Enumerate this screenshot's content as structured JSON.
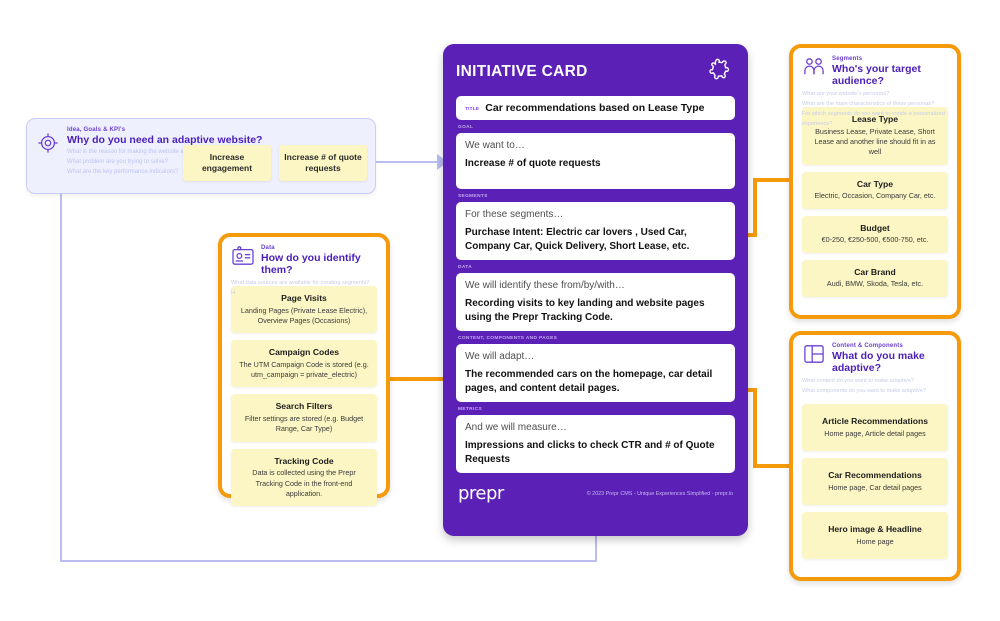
{
  "idea_card": {
    "icon": "target-icon",
    "kicker": "Idea, Goals & KPI's",
    "title": "Why do you need an adaptive website?",
    "sub1": "What is the reason for making the website adaptive?",
    "sub2": "What problem are you trying to solve?",
    "sub3": "What are the key performance indicators?",
    "chips": [
      {
        "label": "Increase engagement"
      },
      {
        "label": "Increase # of quote requests"
      }
    ]
  },
  "data_card": {
    "icon": "id-card-icon",
    "kicker": "Data",
    "title": "How do you identify them?",
    "sub1": "What data sources are available for creating segments?",
    "sub2": "H",
    "items": [
      {
        "title": "Page Visits",
        "desc": "Landing Pages (Private Lease Electric), Overview Pages (Occasions)"
      },
      {
        "title": "Campaign Codes",
        "desc": "The UTM Campaign Code is stored (e.g. utm_campaign = private_electric)"
      },
      {
        "title": "Search Filters",
        "desc": "Filter settings are stored (e.g. Budget Range, Car Type)"
      },
      {
        "title": "Tracking Code",
        "desc": "Data is collected using the Prepr Tracking Code in the front-end application."
      }
    ]
  },
  "segments_card": {
    "icon": "people-icon",
    "kicker": "Segments",
    "title": "Who's your target audience?",
    "sub1": "What are your website's personas?",
    "sub2": "What are the main characteristics of these personas?",
    "sub3": "For which segments do you want to create a personalized experience?",
    "items": [
      {
        "title": "Lease Type",
        "desc": "Business Lease, Private Lease, Short Lease and another line should fit in as well"
      },
      {
        "title": "Car Type",
        "desc": "Electric, Occasion, Company Car, etc."
      },
      {
        "title": "Budget",
        "desc": "€0-250, €250-500, €500-750, etc."
      },
      {
        "title": "Car Brand",
        "desc": "Audi, BMW, Skoda, Tesla, etc."
      }
    ]
  },
  "content_card": {
    "icon": "layout-icon",
    "kicker": "Content & Components",
    "title": "What do you make adaptive?",
    "sub1": "What content do you want to make adaptive?",
    "sub2": "What components do you want to make adaptive?",
    "items": [
      {
        "title": "Article Recommendations",
        "desc": "Home page, Article detail pages"
      },
      {
        "title": "Car Recommendations",
        "desc": "Home page, Car detail pages"
      },
      {
        "title": "Hero image & Headline",
        "desc": "Home page"
      }
    ]
  },
  "initiative": {
    "heading": "INITIATIVE CARD",
    "icon": "puzzle-icon",
    "title_label": "TITLE",
    "title_value": "Car recommendations based on Lease Type",
    "sections": [
      {
        "label": "GOAL",
        "lead": "We want to…",
        "value": "Increase # of quote requests"
      },
      {
        "label": "SEGMENTS",
        "lead": "For these segments…",
        "value": "Purchase Intent: Electric car lovers , Used Car, Company Car, Quick Delivery, Short Lease, etc."
      },
      {
        "label": "DATA",
        "lead": "We will identify these from/by/with…",
        "value": "Recording visits to key landing and website pages using the Prepr Tracking Code."
      },
      {
        "label": "CONTENT, COMPONENTS AND PAGES",
        "lead": "We will adapt…",
        "value": "The recommended cars on the homepage, car detail pages, and content detail pages."
      },
      {
        "label": "METRICS",
        "lead": "And we will measure…",
        "value": "Impressions and clicks to check CTR and # of Quote Requests"
      }
    ],
    "brand": "prepr",
    "copyright": "© 2023 Prepr CMS - Unique Experiences Simplified - prepr.io"
  },
  "colors": {
    "purple": "#5b21b6",
    "orange": "#f59a0b",
    "blue_line": "#b9bdf0",
    "yellow": "#fbf6c4"
  }
}
